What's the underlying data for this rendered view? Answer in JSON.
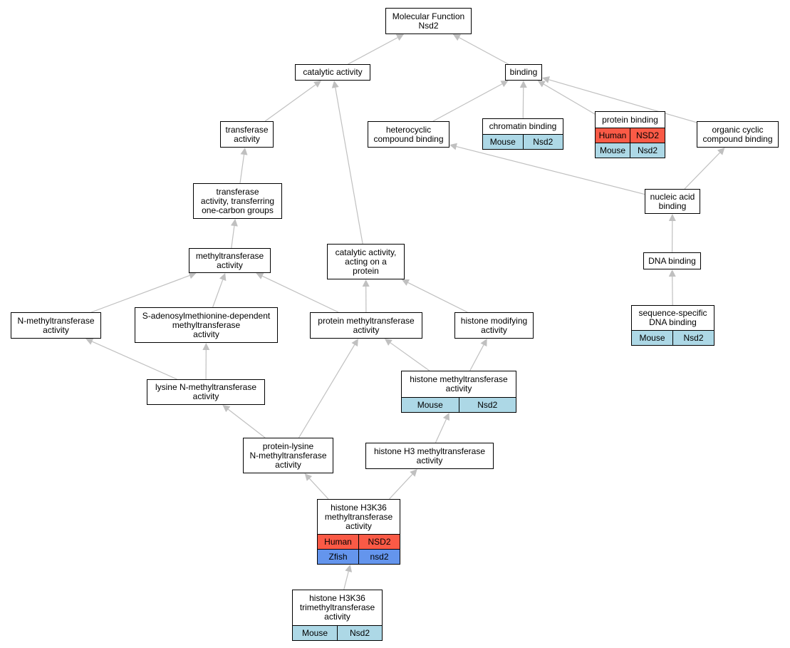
{
  "colors": {
    "edge": "#c0c0c0",
    "Human": "#fa5a46",
    "Mouse": "#add8e6",
    "Zfish": "#6495ed"
  },
  "nodes": [
    {
      "id": "mf",
      "label": "Molecular Function\nNsd2",
      "rows": []
    },
    {
      "id": "catalytic",
      "label": "catalytic activity",
      "rows": []
    },
    {
      "id": "binding",
      "label": "binding",
      "rows": []
    },
    {
      "id": "transferase",
      "label": "transferase\nactivity",
      "rows": []
    },
    {
      "id": "hetero",
      "label": "heterocyclic\ncompound binding",
      "rows": []
    },
    {
      "id": "chromatin",
      "label": "chromatin binding",
      "rows": [
        [
          "Mouse",
          "Nsd2"
        ]
      ]
    },
    {
      "id": "protbind",
      "label": "protein binding",
      "rows": [
        [
          "Human",
          "NSD2"
        ],
        [
          "Mouse",
          "Nsd2"
        ]
      ]
    },
    {
      "id": "orgcyclic",
      "label": "organic cyclic\ncompound binding",
      "rows": []
    },
    {
      "id": "transonec",
      "label": "transferase\nactivity, transferring\none-carbon groups",
      "rows": []
    },
    {
      "id": "nucleic",
      "label": "nucleic acid\nbinding",
      "rows": []
    },
    {
      "id": "methyltrans",
      "label": "methyltransferase\nactivity",
      "rows": []
    },
    {
      "id": "catprot",
      "label": "catalytic activity,\nacting on a\nprotein",
      "rows": []
    },
    {
      "id": "dnabind",
      "label": "DNA binding",
      "rows": []
    },
    {
      "id": "nmethyl",
      "label": "N-methyltransferase\nactivity",
      "rows": []
    },
    {
      "id": "sadeno",
      "label": "S-adenosylmethionine-dependent\nmethyltransferase\nactivity",
      "rows": []
    },
    {
      "id": "protmethyl",
      "label": "protein methyltransferase\nactivity",
      "rows": []
    },
    {
      "id": "histmod",
      "label": "histone modifying\nactivity",
      "rows": []
    },
    {
      "id": "seqdna",
      "label": "sequence-specific\nDNA binding",
      "rows": [
        [
          "Mouse",
          "Nsd2"
        ]
      ]
    },
    {
      "id": "lysnmeth",
      "label": "lysine N-methyltransferase\nactivity",
      "rows": []
    },
    {
      "id": "histmeth",
      "label": "histone methyltransferase\nactivity",
      "rows": [
        [
          "Mouse",
          "Nsd2"
        ]
      ]
    },
    {
      "id": "protlys",
      "label": "protein-lysine\nN-methyltransferase\nactivity",
      "rows": []
    },
    {
      "id": "h3meth",
      "label": "histone H3 methyltransferase\nactivity",
      "rows": []
    },
    {
      "id": "h3k36",
      "label": "histone H3K36\nmethyltransferase\nactivity",
      "rows": [
        [
          "Human",
          "NSD2"
        ],
        [
          "Zfish",
          "nsd2"
        ]
      ]
    },
    {
      "id": "h3k36tri",
      "label": "histone H3K36\ntrimethyltransferase\nactivity",
      "rows": [
        [
          "Mouse",
          "Nsd2"
        ]
      ]
    }
  ],
  "edges": [
    {
      "from": "catalytic",
      "to": "mf"
    },
    {
      "from": "binding",
      "to": "mf"
    },
    {
      "from": "transferase",
      "to": "catalytic"
    },
    {
      "from": "catprot",
      "to": "catalytic"
    },
    {
      "from": "hetero",
      "to": "binding"
    },
    {
      "from": "chromatin",
      "to": "binding"
    },
    {
      "from": "protbind",
      "to": "binding"
    },
    {
      "from": "orgcyclic",
      "to": "binding"
    },
    {
      "from": "transonec",
      "to": "transferase"
    },
    {
      "from": "methyltrans",
      "to": "transonec"
    },
    {
      "from": "nucleic",
      "to": "hetero"
    },
    {
      "from": "nucleic",
      "to": "orgcyclic"
    },
    {
      "from": "dnabind",
      "to": "nucleic"
    },
    {
      "from": "seqdna",
      "to": "dnabind"
    },
    {
      "from": "nmethyl",
      "to": "methyltrans"
    },
    {
      "from": "sadeno",
      "to": "methyltrans"
    },
    {
      "from": "protmethyl",
      "to": "methyltrans"
    },
    {
      "from": "protmethyl",
      "to": "catprot"
    },
    {
      "from": "histmod",
      "to": "catprot"
    },
    {
      "from": "lysnmeth",
      "to": "nmethyl"
    },
    {
      "from": "lysnmeth",
      "to": "sadeno"
    },
    {
      "from": "histmeth",
      "to": "protmethyl"
    },
    {
      "from": "histmeth",
      "to": "histmod"
    },
    {
      "from": "protlys",
      "to": "lysnmeth"
    },
    {
      "from": "protlys",
      "to": "protmethyl"
    },
    {
      "from": "h3meth",
      "to": "histmeth"
    },
    {
      "from": "h3k36",
      "to": "protlys"
    },
    {
      "from": "h3k36",
      "to": "h3meth"
    },
    {
      "from": "h3k36tri",
      "to": "h3k36"
    }
  ]
}
